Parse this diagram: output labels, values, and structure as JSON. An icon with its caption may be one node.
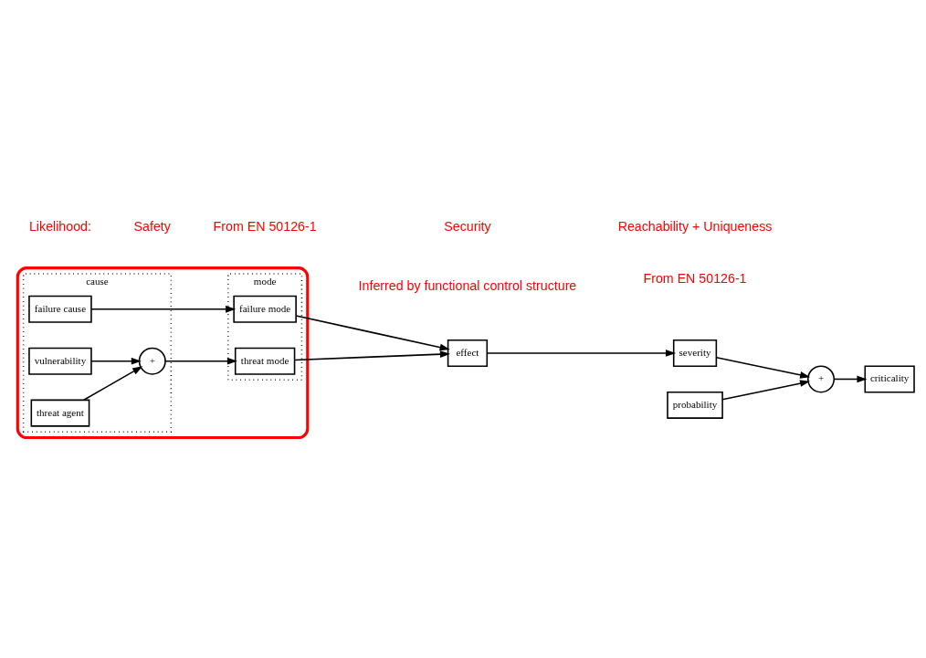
{
  "diagram": {
    "nodes": [
      {
        "text": [],
        "shape": "box"
      },
      {
        "text": [
          "cause"
        ],
        "in": 0
      },
      {
        "text": [
          "mode"
        ],
        "in": 0
      },
      {
        "text": [
          "failure cause"
        ],
        "in": 1
      },
      {
        "text": [
          "vulnerability"
        ],
        "in": 1
      },
      {
        "text": [
          "+"
        ],
        "in": 1
      },
      {
        "text": [
          "threat agent"
        ],
        "in": 1
      },
      {
        "text": [
          "failure mode"
        ],
        "in": 2
      },
      {
        "text": [
          "threat mode"
        ],
        "in": 2
      },
      {
        "text": [
          "effect"
        ]
      },
      {
        "text": [
          "severity"
        ]
      },
      {
        "text": [
          "probability"
        ]
      },
      {
        "text": [
          "+"
        ]
      },
      {
        "text": [
          "criticality"
        ]
      }
    ],
    "edges": [
      {
        "from": 3,
        "to": 7,
        "arrow": "to"
      },
      {
        "from": 4,
        "to": 5,
        "arrow": "to"
      },
      {
        "from": 6,
        "to": 5,
        "arrow": "to"
      },
      {
        "from": 5,
        "to": 8,
        "arrow": "to"
      },
      {
        "from": 7,
        "to": 9,
        "arrow": "to"
      },
      {
        "from": 8,
        "to": 9,
        "arrow": "to"
      },
      {
        "from": 9,
        "to": 10,
        "arrow": "to"
      },
      {
        "from": 10,
        "to": 12,
        "arrow": "to"
      },
      {
        "from": 11,
        "to": 12,
        "arrow": "to"
      },
      {
        "from": 12,
        "to": 13,
        "arrow": "to"
      }
    ],
    "labels": [
      "Inferred by functional control structure",
      "From EN 50126-1",
      "Likelihood:",
      "Safety",
      "From EN 50126-1",
      "Security",
      "Reachability + Uniqueness"
    ]
  }
}
